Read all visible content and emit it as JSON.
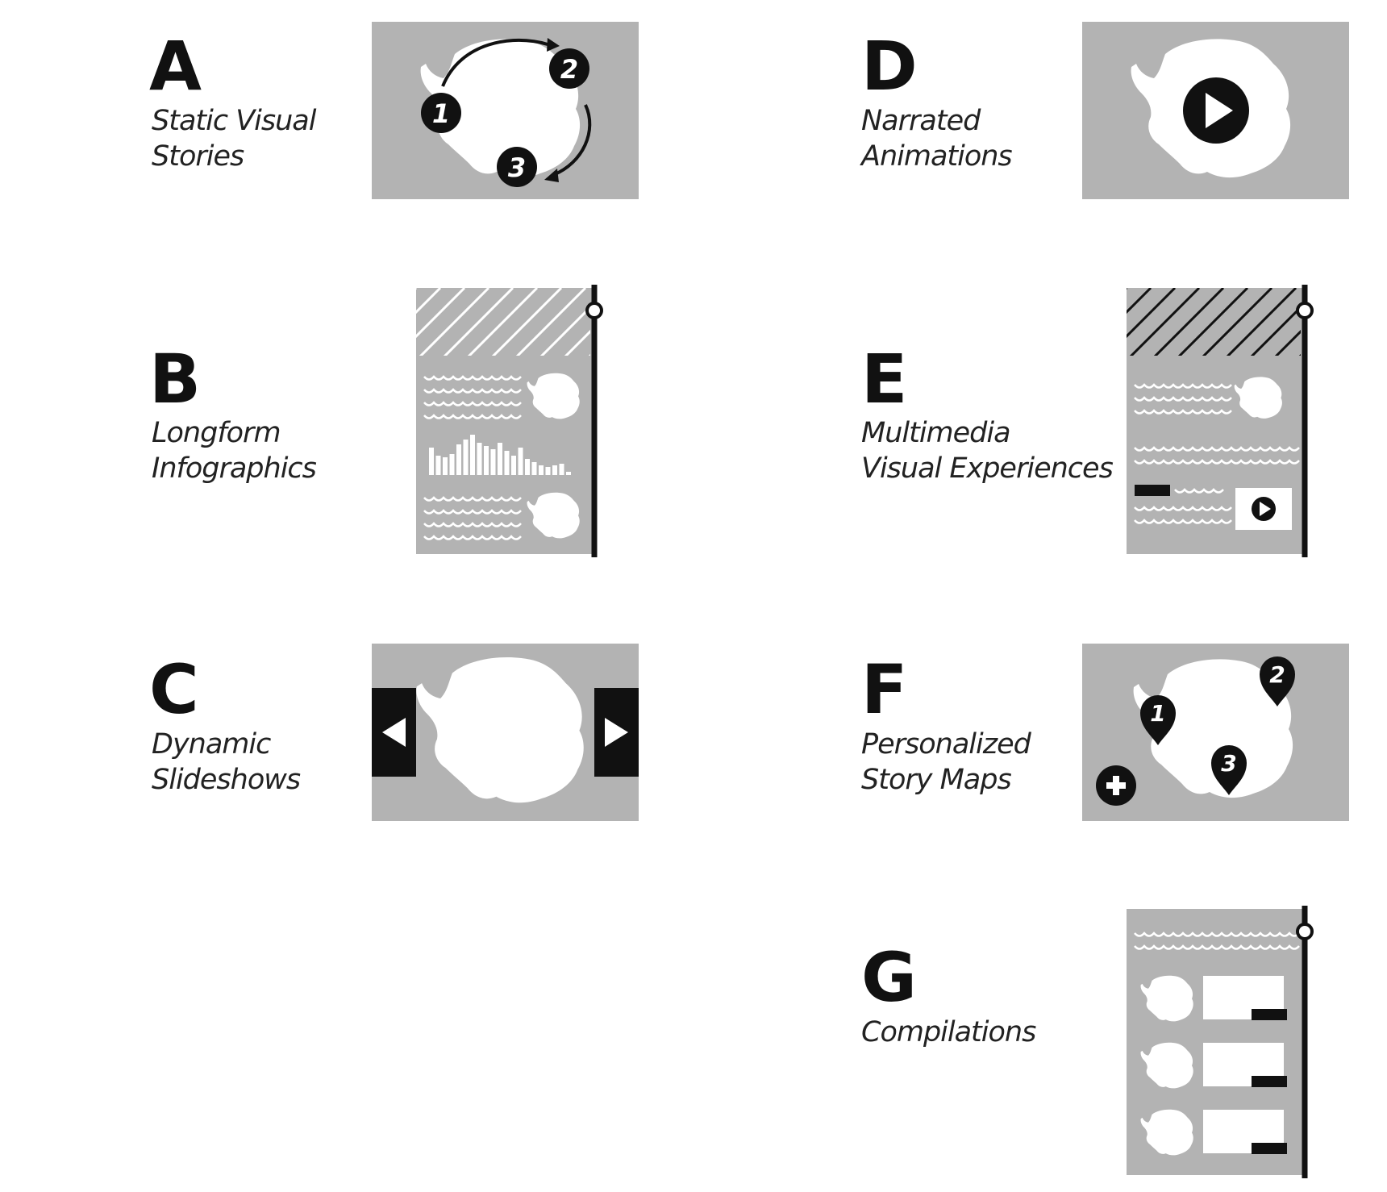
{
  "types": [
    {
      "id": "A",
      "letter": "A",
      "line1": "Static Visual",
      "line2": "Stories",
      "icons": [
        "step-1-marker",
        "step-2-marker",
        "step-3-marker",
        "curved-arrow"
      ],
      "markers": [
        "1",
        "2",
        "3"
      ]
    },
    {
      "id": "B",
      "letter": "B",
      "line1": "Longform",
      "line2": "Infographics",
      "icons": [
        "scrollbar",
        "hatched-header",
        "wave-text-lines",
        "bar-chart",
        "antarctica-map"
      ]
    },
    {
      "id": "C",
      "letter": "C",
      "line1": "Dynamic",
      "line2": "Slideshows",
      "icons": [
        "previous-arrow",
        "next-arrow",
        "antarctica-map"
      ]
    },
    {
      "id": "D",
      "letter": "D",
      "line1": "Narrated",
      "line2": "Animations",
      "icons": [
        "play-button",
        "antarctica-map"
      ]
    },
    {
      "id": "E",
      "letter": "E",
      "line1": "Multimedia",
      "line2": "Visual Experiences",
      "icons": [
        "scrollbar",
        "hatched-header",
        "wave-text-lines",
        "video-play-button",
        "antarctica-map"
      ]
    },
    {
      "id": "F",
      "letter": "F",
      "line1": "Personalized",
      "line2": "Story Maps",
      "icons": [
        "map-pin-1",
        "map-pin-2",
        "map-pin-3",
        "add-button",
        "antarctica-map"
      ],
      "markers": [
        "1",
        "2",
        "3"
      ]
    },
    {
      "id": "G",
      "letter": "G",
      "line1": "Compilations",
      "line2": "",
      "icons": [
        "scrollbar",
        "wave-text-lines",
        "card-list",
        "antarctica-map"
      ]
    }
  ],
  "colors": {
    "panel": "#b3b3b3",
    "ink": "#111111",
    "white": "#ffffff"
  }
}
